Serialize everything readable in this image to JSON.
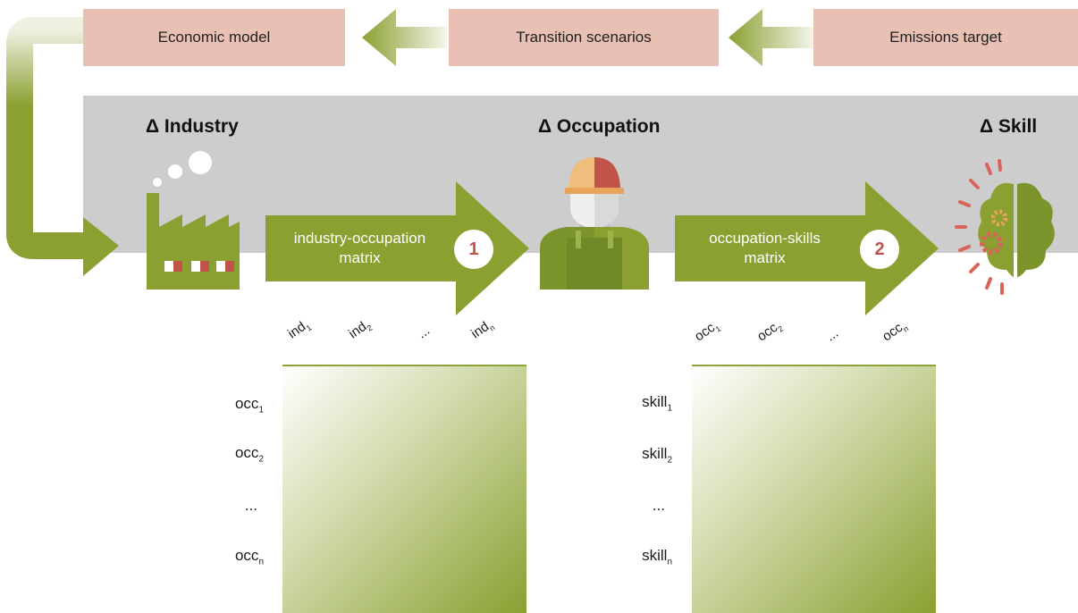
{
  "top_boxes": {
    "economic_model": "Economic model",
    "transition_scenarios": "Transition scenarios",
    "emissions_target": "Emissions target"
  },
  "headings": {
    "industry": "Δ Industry",
    "occupation": "Δ Occupation",
    "skill": "Δ Skill"
  },
  "arrows": {
    "first": {
      "label_line1": "industry-occupation",
      "label_line2": "matrix",
      "number": "1"
    },
    "second": {
      "label_line1": "occupation-skills",
      "label_line2": "matrix",
      "number": "2"
    }
  },
  "matrix1": {
    "columns": [
      {
        "base": "ind",
        "sub": "1"
      },
      {
        "base": "ind",
        "sub": "2"
      },
      {
        "base": "...",
        "sub": ""
      },
      {
        "base": "ind",
        "sub": "n"
      }
    ],
    "rows": [
      {
        "base": "occ",
        "sub": "1"
      },
      {
        "base": "occ",
        "sub": "2"
      },
      {
        "base": "...",
        "sub": ""
      },
      {
        "base": "occ",
        "sub": "n"
      }
    ]
  },
  "matrix2": {
    "columns": [
      {
        "base": "occ",
        "sub": "1"
      },
      {
        "base": "occ",
        "sub": "2"
      },
      {
        "base": "...",
        "sub": ""
      },
      {
        "base": "occ",
        "sub": "n"
      }
    ],
    "rows": [
      {
        "base": "skill",
        "sub": "1"
      },
      {
        "base": "skill",
        "sub": "2"
      },
      {
        "base": "...",
        "sub": ""
      },
      {
        "base": "skill",
        "sub": "n"
      }
    ]
  },
  "colors": {
    "box": "#e8c0b4",
    "band": "#cdcdcd",
    "green": "#8aa031",
    "red": "#c0544a",
    "orange": "#e9a35a"
  }
}
